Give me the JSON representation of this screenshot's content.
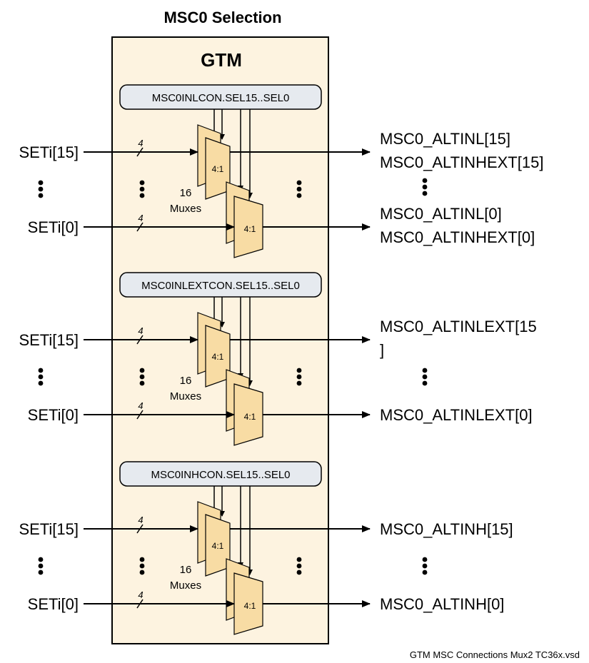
{
  "title": "MSC0 Selection",
  "block_label": "GTM",
  "footer": "GTM MSC Connections Mux2 TC36x.vsd",
  "colors": {
    "gtm_fill": "#fdf3e0",
    "mux_fill": "#f8dca4",
    "register_fill": "#e6eaef"
  },
  "groups": [
    {
      "register": "MSC0INLCON.SEL15..SEL0",
      "input_top": "SETi[15]",
      "input_bottom": "SETi[0]",
      "bus_width": "4",
      "mux_label": "4:1",
      "mux_count_line1": "16",
      "mux_count_line2": "Muxes",
      "output_top": [
        "MSC0_ALTINL[15]",
        "MSC0_ALTINHEXT[15]"
      ],
      "output_bottom": [
        "MSC0_ALTINL[0]",
        "MSC0_ALTINHEXT[0]"
      ]
    },
    {
      "register": "MSC0INLEXTCON.SEL15..SEL0",
      "input_top": "SETi[15]",
      "input_bottom": "SETi[0]",
      "bus_width": "4",
      "mux_label": "4:1",
      "mux_count_line1": "16",
      "mux_count_line2": "Muxes",
      "output_top": [
        "MSC0_ALTINLEXT[15",
        "]"
      ],
      "output_bottom": [
        "MSC0_ALTINLEXT[0]"
      ]
    },
    {
      "register": "MSC0INHCON.SEL15..SEL0",
      "input_top": "SETi[15]",
      "input_bottom": "SETi[0]",
      "bus_width": "4",
      "mux_label": "4:1",
      "mux_count_line1": "16",
      "mux_count_line2": "Muxes",
      "output_top": [
        "MSC0_ALTINH[15]"
      ],
      "output_bottom": [
        "MSC0_ALTINH[0]"
      ]
    }
  ]
}
